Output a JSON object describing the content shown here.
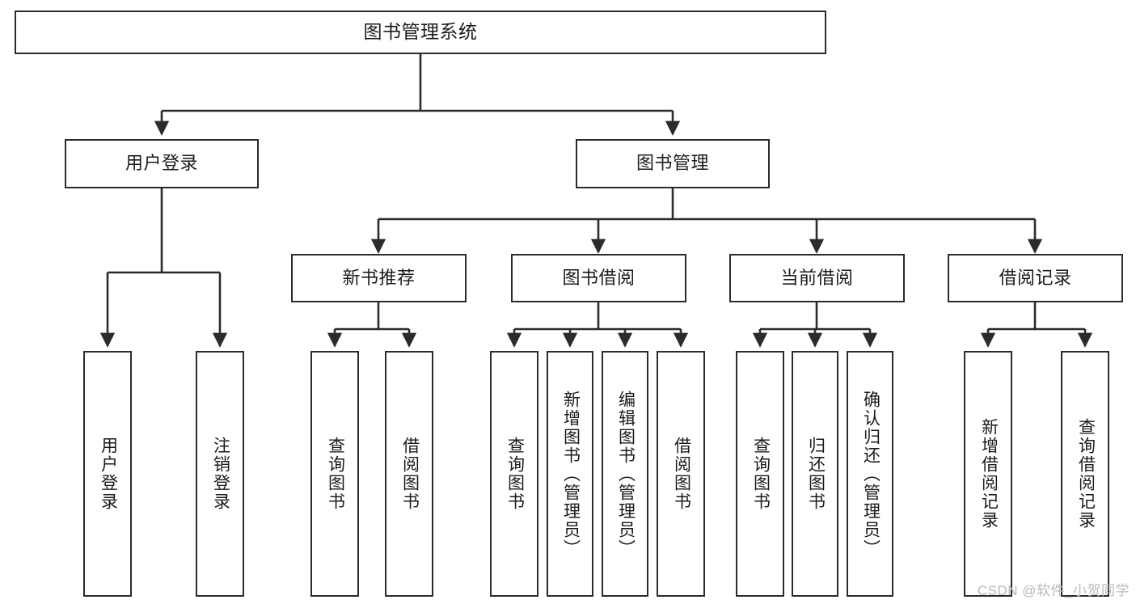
{
  "diagram": {
    "kind": "tree-hierarchy",
    "title": "图书管理系统",
    "watermark": "CSDN @软件_小贺同学",
    "colors": {
      "stroke": "#2b2b2b",
      "fill": "#ffffff",
      "text": "#1b1b1b",
      "watermark": "#b9b9b9"
    },
    "levels": {
      "root": "图书管理系统",
      "level2": [
        "用户登录",
        "图书管理"
      ],
      "level3": [
        "新书推荐",
        "图书借阅",
        "当前借阅",
        "借阅记录"
      ]
    },
    "nodes": {
      "root": {
        "label": "图书管理系统"
      },
      "user_login": {
        "label": "用户登录"
      },
      "book_manage": {
        "label": "图书管理"
      },
      "new_book_rec": {
        "label": "新书推荐"
      },
      "book_borrow": {
        "label": "图书借阅"
      },
      "current_borrow": {
        "label": "当前借阅"
      },
      "borrow_record": {
        "label": "借阅记录"
      },
      "leaf_user_login": {
        "label": "用户登录"
      },
      "leaf_user_logout": {
        "label": "注销登录"
      },
      "leaf_query_book_1": {
        "label": "查询图书"
      },
      "leaf_borrow_book_1": {
        "label": "借阅图书"
      },
      "leaf_query_book_2": {
        "label": "查询图书"
      },
      "leaf_add_book_admin": {
        "label": "新增图书（管理员）"
      },
      "leaf_edit_book_admin": {
        "label": "编辑图书（管理员）"
      },
      "leaf_borrow_book_2": {
        "label": "借阅图书"
      },
      "leaf_query_book_3": {
        "label": "查询图书"
      },
      "leaf_return_book": {
        "label": "归还图书"
      },
      "leaf_confirm_return_admin": {
        "label": "确认归还（管理员）"
      },
      "leaf_add_borrow_record": {
        "label": "新增借阅记录"
      },
      "leaf_query_borrow_record": {
        "label": "查询借阅记录"
      }
    }
  }
}
